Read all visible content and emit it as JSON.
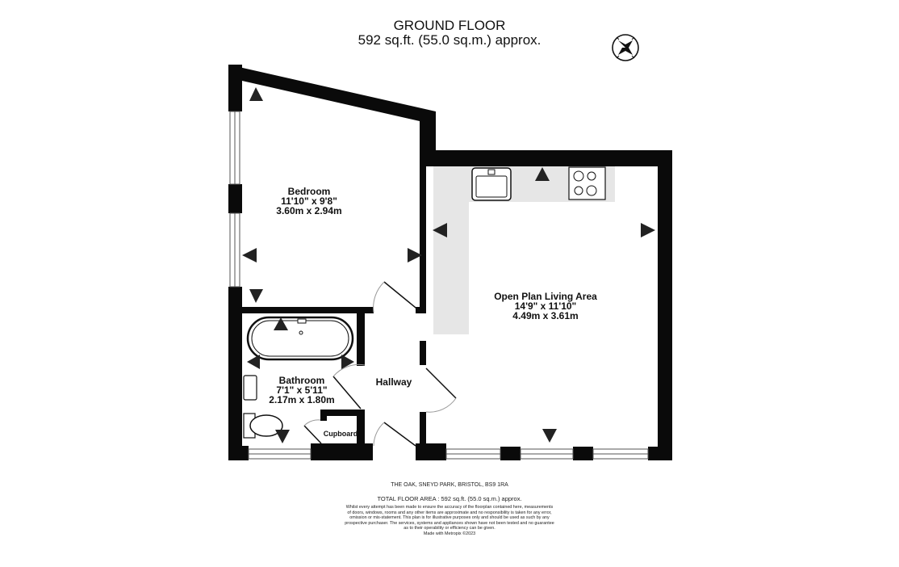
{
  "header": {
    "floor_name": "GROUND FLOOR",
    "floor_area": "592 sq.ft. (55.0 sq.m.) approx."
  },
  "compass": {
    "icon": "compass-rose-icon"
  },
  "rooms": [
    {
      "name": "Bedroom",
      "imperial": "11'10\"  x 9'8\"",
      "metric": "3.60m  x 2.94m"
    },
    {
      "name": "Open Plan Living Area",
      "imperial": "14'9\"  x 11'10\"",
      "metric": "4.49m  x 3.61m"
    },
    {
      "name": "Bathroom",
      "imperial": "7'1\"  x 5'11\"",
      "metric": "2.17m  x 1.80m"
    },
    {
      "name": "Hallway"
    },
    {
      "name": "Cupboard"
    }
  ],
  "footer": {
    "address": "THE OAK, SNEYD PARK, BRISTOL, BS9 1RA",
    "total_area": "TOTAL FLOOR AREA : 592 sq.ft. (55.0 sq.m.) approx.",
    "disclaimer_lines": [
      "Whilst every attempt has been made to ensure the accuracy of the floorplan contained here, measurements",
      "of doors, windows, rooms and any other items are approximate and no responsibility is taken for any error,",
      "omission or mis-statement. This plan is for illustrative purposes only and should be used as such by any",
      "prospective purchaser. The services, systems and appliances shown have not been tested and no guarantee",
      "as to their operability or efficiency can be given.",
      "Made with Metropix ©2023"
    ]
  },
  "colors": {
    "wall": "#0a0a0a",
    "kitchen_counter": "#e6e6e6",
    "background": "#ffffff"
  }
}
